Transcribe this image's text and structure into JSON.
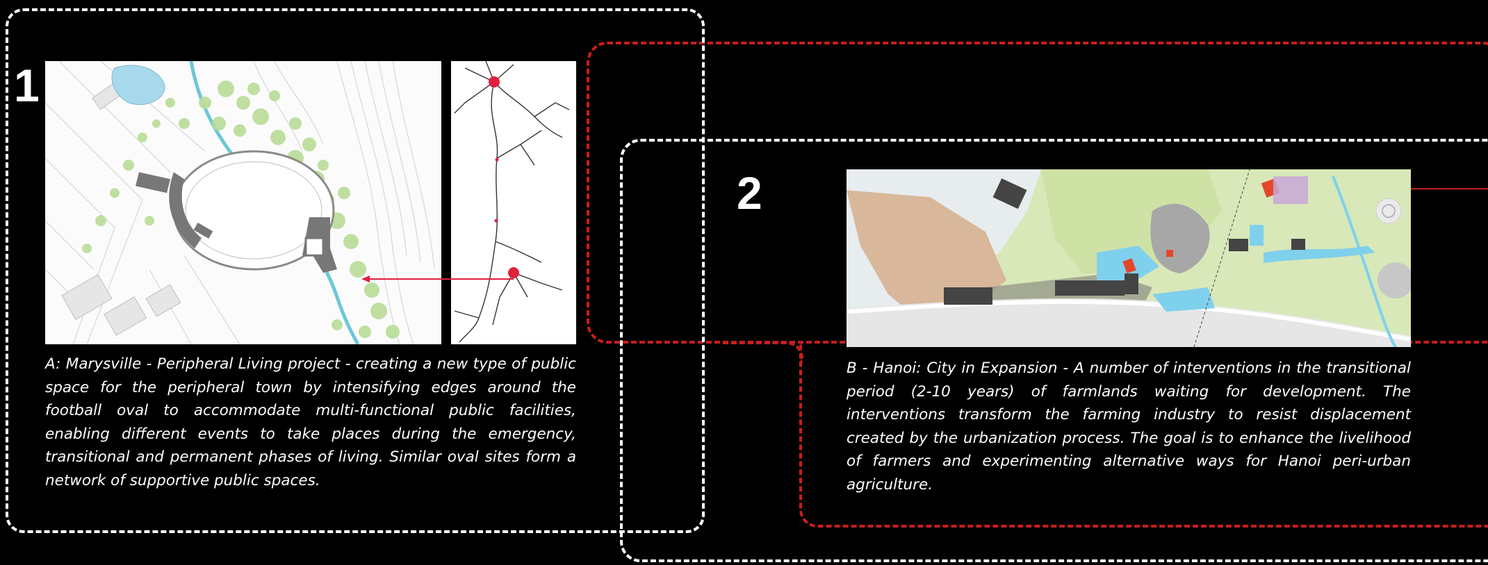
{
  "projects": [
    {
      "number": "1",
      "caption": "A: Marysville - Peripheral Living project - creating a new type of public space for the peripheral town by intensifying edges around the football oval to accommodate multi-functional public facilities, enabling different events to take places during the emergency, transitional and permanent phases of living. Similar oval sites form a network of supportive public spaces."
    },
    {
      "number": "2",
      "caption": "B - Hanoi: City in Expansion - A number of interventions in the transitional period (2-10 years) of farmlands waiting for development. The interventions transform the farming industry to resist displacement created by the urbanization process. The goal is to enhance the livelihood of farmers and experimenting alternative ways for Hanoi peri-urban agriculture."
    }
  ],
  "colors": {
    "background": "#000000",
    "frame_white": "#ffffff",
    "frame_red": "#c81e1e",
    "marker_red": "#e0203c",
    "vegetation": "#b9dd98",
    "river": "#6cc7d6"
  }
}
